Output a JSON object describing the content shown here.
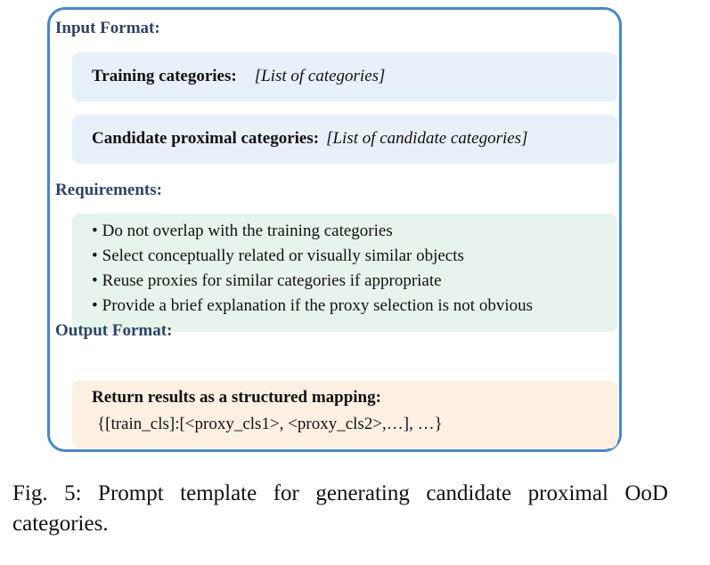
{
  "figure": {
    "input_heading": "Input Format:",
    "training_label": "Training categories:",
    "training_value": "[List of categories]",
    "candidate_label": "Candidate proximal categories:",
    "candidate_value": "[List of candidate categories]",
    "requirements_heading": "Requirements:",
    "bullet_glyph": "•",
    "requirements": [
      "Do not overlap with the training categories",
      "Select conceptually related or visually similar objects",
      "Reuse proxies for similar categories if appropriate",
      "Provide a brief explanation if the proxy selection is not obvious"
    ],
    "output_heading": "Output Format:",
    "output_title": "Return results as a structured mapping:",
    "output_format": "{[train_cls]:[<proxy_cls1>, <proxy_cls2>,…], …}"
  },
  "caption": "Fig. 5: Prompt template for generating candidate proximal OoD categories.",
  "side_column": [
    "I",
    "c",
    "s",
    "f",
    "v",
    "v",
    "T",
    "t",
    "p",
    "s",
    "t",
    "t",
    "r",
    "c",
    "c",
    "1"
  ],
  "colors": {
    "border": "#4b86c4",
    "heading": "#2d4466",
    "panel_blue": "#e8f0fa",
    "panel_green": "#e6f4ea",
    "panel_orange": "#fcf0e3"
  }
}
